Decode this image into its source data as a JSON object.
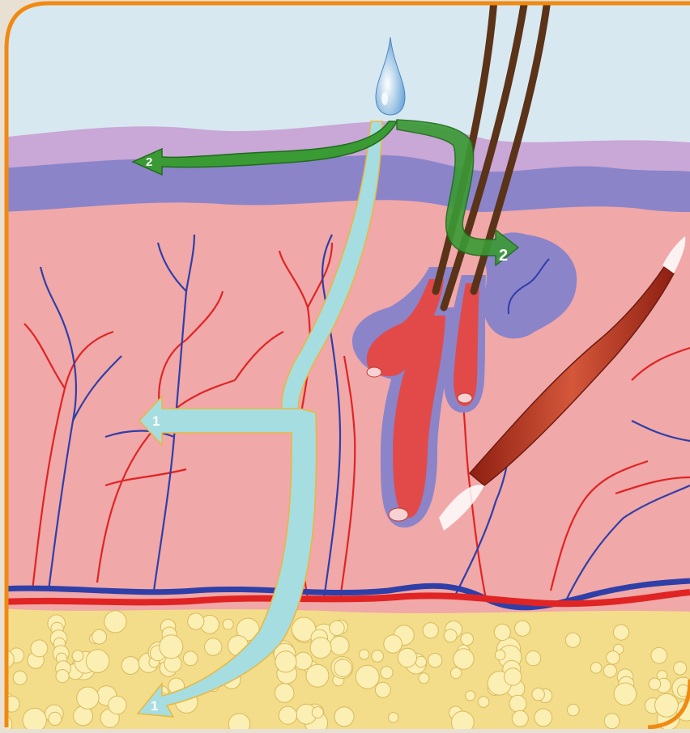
{
  "diagram": {
    "frame_color": "#f08a12",
    "colors": {
      "sky": "#d8e8f0",
      "stratum_corneum": "#c9a7d6",
      "epidermis": "#8b84c9",
      "dermis": "#f0a8a8",
      "subcutis": "#f3dd8a",
      "fat_cell": "#fbefb4",
      "artery": "#e02424",
      "vein": "#2f3fa8",
      "path_1": "#a6dde0",
      "path_2": "#3a9a34",
      "hair": "#5a3318",
      "muscle": "#c0392b"
    },
    "paths": [
      {
        "id": "1",
        "label": "1",
        "color": "#a6dde0"
      },
      {
        "id": "2",
        "label": "2",
        "color": "#3a9a34"
      }
    ],
    "labels": {
      "path1_dermis": "1",
      "path1_subcutis": "1",
      "path2_epidermis": "2",
      "path2_gland": "2"
    }
  }
}
